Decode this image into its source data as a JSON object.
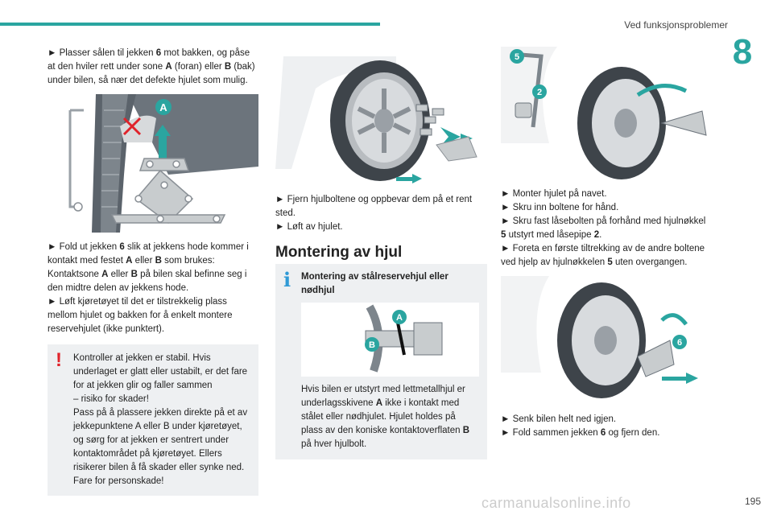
{
  "header": {
    "section_title": "Ved funksjonsproblemer",
    "chapter_number": "8",
    "accent_color": "#2aa5a0"
  },
  "col1": {
    "p1_parts": [
      "► Plasser sålen til jekken ",
      "6",
      " mot bakken, og påse at den hviler rett under sone ",
      "A",
      " (foran) eller ",
      "B",
      " (bak) under bilen, så nær det defekte hjulet som mulig."
    ],
    "fig1_label": "A",
    "p2_parts": [
      "► Fold ut jekken ",
      "6",
      " slik at jekkens hode kommer i kontakt med festet ",
      "A",
      " eller ",
      "B",
      " som brukes: Kontaktsone ",
      "A",
      " eller ",
      "B",
      " på bilen skal befinne seg i den midtre delen av jekkens hode."
    ],
    "p3": "► Løft kjøretøyet til det er tilstrekkelig plass mellom hjulet og bakken for å enkelt montere reservehjulet (ikke punktert).",
    "warning": {
      "icon": "warning-icon",
      "mark": "!",
      "lines": [
        "Kontroller at jekken er stabil. Hvis underlaget er glatt eller ustabilt, er det fare for at jekken glir og faller sammen",
        "– risiko for skader!",
        "Pass på å plassere jekken direkte på et av jekkepunktene A eller B under kjøretøyet,",
        "og sørg for at jekken er sentrert under kontaktområdet på kjøretøyet. Ellers risikerer bilen å få skader eller synke ned. Fare for personskade!"
      ]
    }
  },
  "col2": {
    "p1": "► Fjern hjulboltene og oppbevar dem på et rent sted.",
    "p2": "► Løft av hjulet.",
    "heading": "Montering av hjul",
    "info": {
      "icon": "info-icon",
      "mark": "i",
      "title": "Montering av stålreservehjul eller nødhjul",
      "label_a": "A",
      "label_b": "B",
      "text_parts": [
        "Hvis bilen er utstyrt med lettmetallhjul er underlagsskivene ",
        "A",
        " ikke i kontakt med stålet eller nødhjulet. Hjulet holdes på plass av den koniske kontaktoverflaten ",
        "B",
        " på hver hjulbolt."
      ]
    }
  },
  "col3": {
    "fig_labels": [
      "5",
      "2"
    ],
    "lines": [
      [
        "► Monter hjulet på navet."
      ],
      [
        "► Skru inn boltene for hånd."
      ],
      [
        "► Skru fast låsebolten på forhånd med hjulnøkkel ",
        "5",
        " utstyrt med låsepipe ",
        "2",
        "."
      ],
      [
        "► Foreta en første tiltrekking av de andre boltene ved hjelp av hjulnøkkelen ",
        "5",
        " uten overgangen."
      ]
    ],
    "fig2_label": "6",
    "final": [
      [
        "► Senk bilen helt ned igjen."
      ],
      [
        "► Fold sammen jekken ",
        "6",
        " og fjern den."
      ]
    ]
  },
  "footer": {
    "page_number": "195",
    "watermark": "carmanualsonline.info"
  }
}
